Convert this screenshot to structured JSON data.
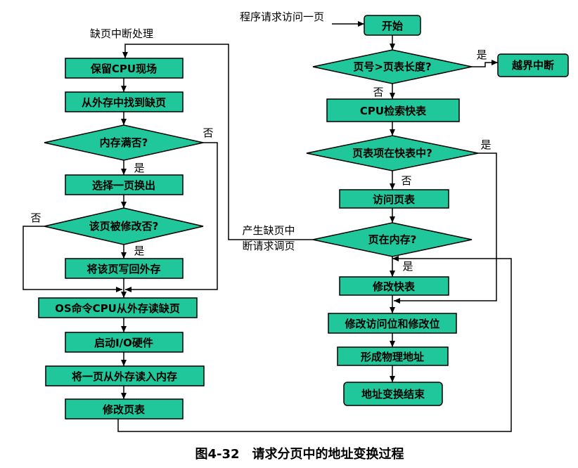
{
  "caption": "图4-32　请求分页中的地址变换过程",
  "left": {
    "title": "缺页中断处理",
    "save_cpu": "保留CPU现场",
    "find_page": "从外存中找到缺页",
    "mem_full": "内存满否?",
    "select_page": "选择一页换出",
    "modified": "该页被修改否?",
    "write_back": "将该页写回外存",
    "os_read": "OS命令CPU从外存读缺页",
    "start_io": "启动I/O硬件",
    "read_in": "将一页从外存读入内存",
    "update_table": "修改页表"
  },
  "right": {
    "request": "程序请求访问一页",
    "start": "开始",
    "page_check": "页号>页表长度?",
    "out_of_bounds": "越界中断",
    "cpu_search": "CPU检索快表",
    "in_tlb": "页表项在快表中?",
    "visit_table": "访问页表",
    "in_memory": "页在内存?",
    "update_tlb": "修改快表",
    "update_bits": "修改访问位和修改位",
    "physical_addr": "形成物理地址",
    "end": "地址变换结束"
  },
  "fault_label_1": "产生缺页中",
  "fault_label_2": "断请求调页",
  "yes": "是",
  "no": "否"
}
